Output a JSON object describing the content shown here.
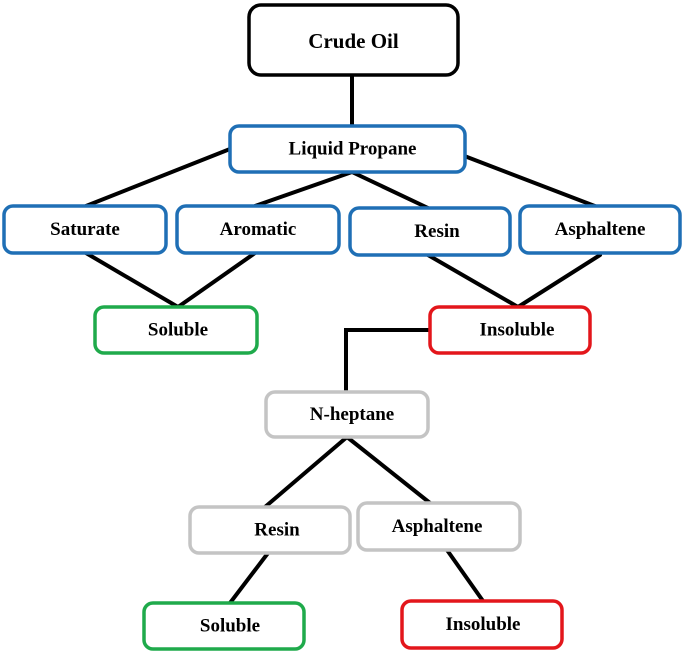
{
  "colors": {
    "root": "#000000",
    "propane_group": "#1f6fb5",
    "heptane_group": "#c4c4c4",
    "soluble": "#1faa4b",
    "insoluble": "#e3161b"
  },
  "nodes": {
    "crude_oil": "Crude Oil",
    "liquid_propane": "Liquid Propane",
    "saturate": "Saturate",
    "aromatic": "Aromatic",
    "resin_1": "Resin",
    "asphaltene_1": "Asphaltene",
    "soluble_1": "Soluble",
    "insoluble_1": "Insoluble",
    "n_heptane": "N-heptane",
    "resin_2": "Resin",
    "asphaltene_2": "Asphaltene",
    "soluble_2": "Soluble",
    "insoluble_2": "Insoluble"
  }
}
